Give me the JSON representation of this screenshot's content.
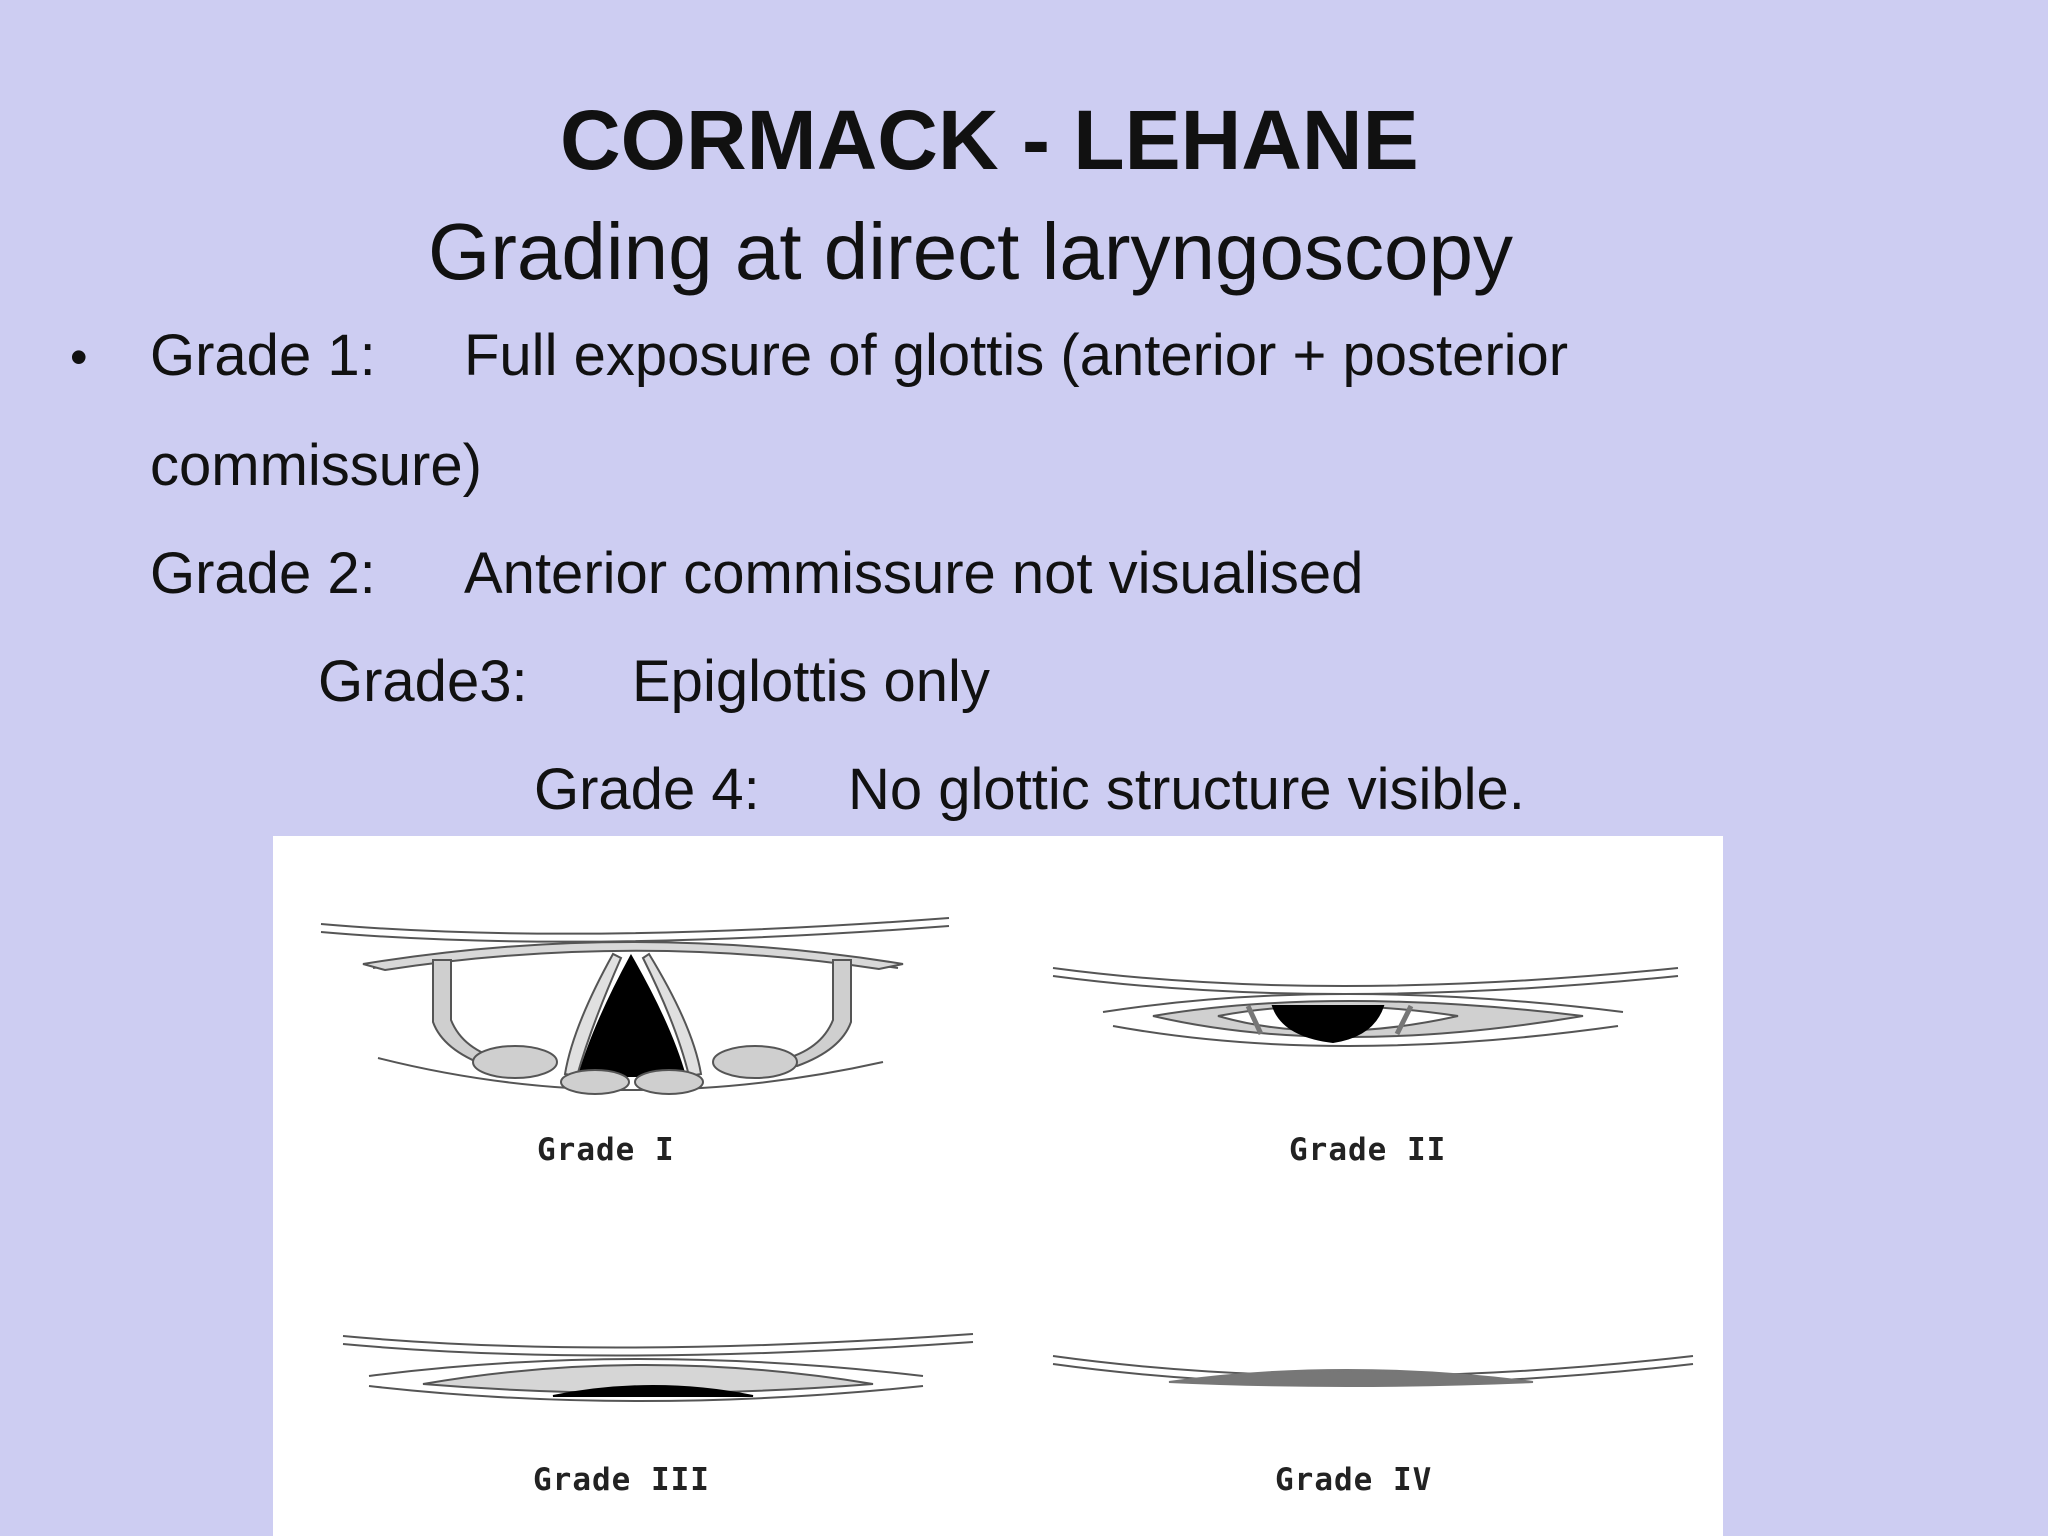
{
  "slide": {
    "title": "CORMACK - LEHANE",
    "subtitle": "Grading at  direct laryngoscopy",
    "bullet": "•",
    "grades": [
      {
        "label": "Grade 1:",
        "text": "Full exposure of glottis (anterior + posterior",
        "continuation": "commissure)"
      },
      {
        "label": "Grade 2:",
        "text": "Anterior commissure not visualised"
      },
      {
        "label": "Grade3:",
        "text": "Epiglottis only"
      },
      {
        "label": "Grade 4:",
        "text": "No glottic structure visible."
      }
    ]
  },
  "figure": {
    "labels": [
      "Grade I",
      "Grade II",
      "Grade III",
      "Grade IV"
    ]
  },
  "colors": {
    "background": "#cdcdf2",
    "figure_background": "#ffffff",
    "glottis_dark": "#000000",
    "tissue_gray": "#cccccc"
  }
}
